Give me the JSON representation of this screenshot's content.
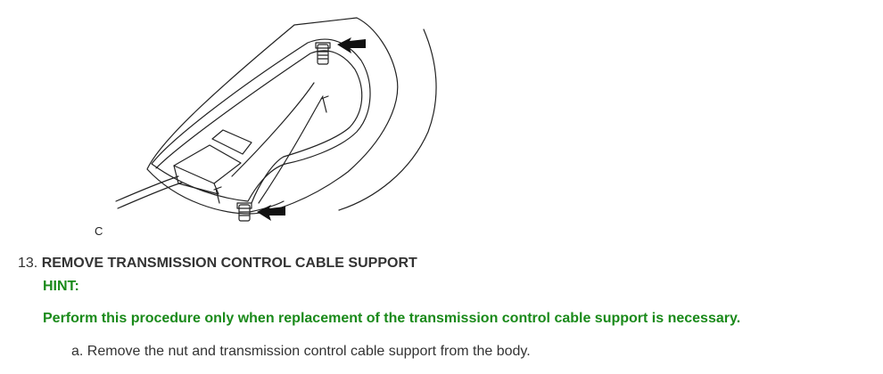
{
  "figure": {
    "label": "C",
    "icons": [
      "transmission-cable-support-illustration",
      "arrow-icon",
      "bolt-icon"
    ]
  },
  "step": {
    "number": "13.",
    "title": "REMOVE TRANSMISSION CONTROL CABLE SUPPORT"
  },
  "hint": {
    "label": "HINT:",
    "text": "Perform this procedure only when replacement of the transmission control cable support is necessary."
  },
  "substeps": [
    {
      "marker": "a.",
      "text": "Remove the nut and transmission control cable support from the body."
    }
  ],
  "colors": {
    "hint_green": "#1a8a1a",
    "text": "#333333",
    "line": "#222222"
  }
}
